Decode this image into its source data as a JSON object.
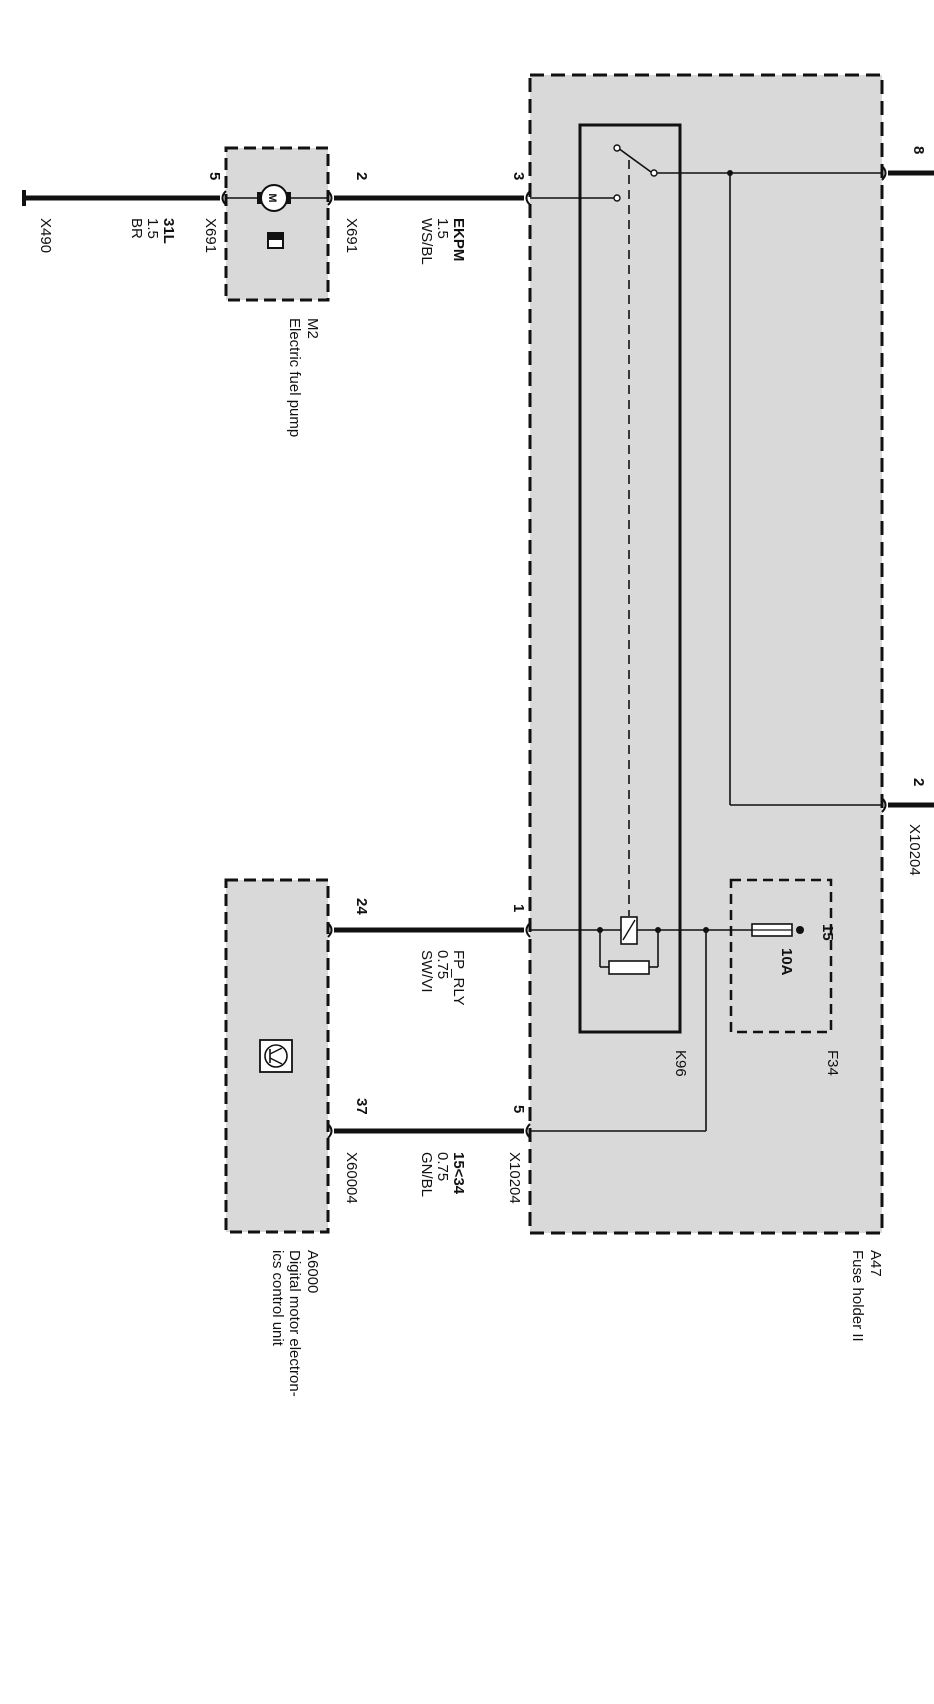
{
  "colors": {
    "wire": "#111111",
    "module_fill": "#d9d9d9",
    "background": "#ffffff"
  },
  "modules": {
    "fuse_holder": {
      "id": "A47",
      "name": "Fuse holder II"
    },
    "fuel_pump": {
      "id": "M2",
      "name": "Electric fuel pump",
      "motor_symbol": "M"
    },
    "dme": {
      "id": "A6000",
      "name_line1": "Digital motor electron-",
      "name_line2": "ics control unit"
    },
    "fuse": {
      "id": "F34",
      "terminal": "15",
      "rating": "10A"
    },
    "relay": {
      "id": "K96"
    }
  },
  "pins": {
    "a47_3": "3",
    "a47_8": "8",
    "a47_2": "2",
    "a47_1": "1",
    "a47_5": "5",
    "m2_2": "2",
    "m2_5": "5",
    "dme_24": "24",
    "dme_37": "37"
  },
  "connectors": {
    "x10204_top": "X10204",
    "x10204_bottom": "X10204",
    "x691_pump_in": "X691",
    "x691_ground": "X691",
    "x490": "X490",
    "x60004": "X60004"
  },
  "wires": {
    "ekpm": {
      "signal": "EKPM",
      "gauge": "1.5",
      "color": "WS/BL"
    },
    "ground": {
      "signal": "31L",
      "gauge": "1.5",
      "color": "BR"
    },
    "fp_rly": {
      "signal": "FP_RLY",
      "gauge": "0.75",
      "color": "SW/VI"
    },
    "k15": {
      "signal": "15<34",
      "gauge": "0.75",
      "color": "GN/BL"
    }
  }
}
